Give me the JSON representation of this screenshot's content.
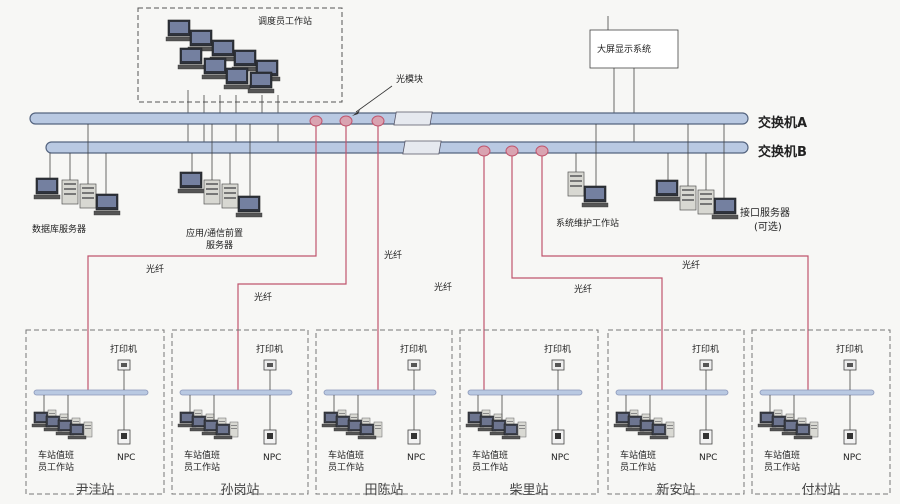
{
  "top": {
    "dispatcher_workstation": "调度员工作站",
    "big_screen_system": "大屏显示系统",
    "optical_module": "光模块",
    "switch_a": "交换机A",
    "switch_b": "交换机B"
  },
  "servers": {
    "database_server": "数据库服务器",
    "app_comm_server_line1": "应用/通信前置",
    "app_comm_server_line2": "服务器",
    "maintenance_workstation": "系统维护工作站",
    "interface_server_line1": "接口服务器",
    "interface_server_line2": "(可选)"
  },
  "fiber_label": "光纤",
  "station_parts": {
    "printer": "打印机",
    "operator_line1": "车站值班",
    "operator_line2": "员工作站",
    "npc": "NPC"
  },
  "stations": [
    {
      "name": "尹洼站"
    },
    {
      "name": "孙岗站"
    },
    {
      "name": "田陈站"
    },
    {
      "name": "柴里站"
    },
    {
      "name": "新安站"
    },
    {
      "name": "付村站"
    }
  ],
  "colors": {
    "switch_bar": "#b9c9e2",
    "switch_stroke": "#556580",
    "fiber": "#c0556d",
    "dashed_box": "#777777",
    "station_bus": "#8a96b8"
  }
}
